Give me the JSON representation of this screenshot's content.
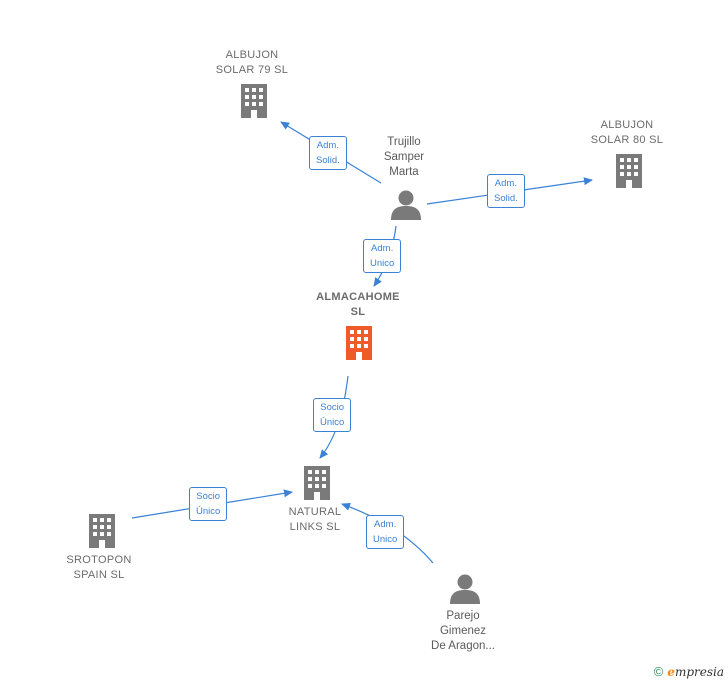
{
  "nodes": {
    "albujon79": {
      "label": "ALBUJON\nSOLAR 79 SL",
      "kind": "company"
    },
    "albujon80": {
      "label": "ALBUJON\nSOLAR 80 SL",
      "kind": "company"
    },
    "trujillo": {
      "label": "Trujillo\nSamper\nMarta",
      "kind": "person"
    },
    "almacahome": {
      "label": "ALMACAHOME\nSL",
      "kind": "focus-company"
    },
    "natural": {
      "label": "NATURAL\nLINKS SL",
      "kind": "company"
    },
    "srotopon": {
      "label": "SROTOPON\nSPAIN  SL",
      "kind": "company"
    },
    "parejo": {
      "label": "Parejo\nGimenez\nDe Aragon...",
      "kind": "person"
    }
  },
  "edges": {
    "e1": {
      "label": "Adm.\nSolid."
    },
    "e2": {
      "label": "Adm.\nSolid."
    },
    "e3": {
      "label": "Adm.\nUnico"
    },
    "e4": {
      "label": "Socio\nÚnico"
    },
    "e5": {
      "label": "Socio\nÚnico"
    },
    "e6": {
      "label": "Adm.\nUnico"
    }
  },
  "colors": {
    "edge": "#3a82d6",
    "company": "#7a7a7a",
    "focus": "#f05a28",
    "person": "#7a7a7a"
  },
  "footer": {
    "copyright": "©",
    "brand_initial": "e",
    "brand_rest": "mpresia"
  }
}
